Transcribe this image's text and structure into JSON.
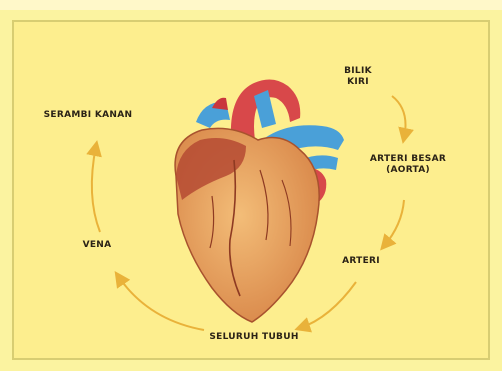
{
  "labels": {
    "left_ventricle": [
      "BILIK",
      "KIRI"
    ],
    "aorta": [
      "ARTERI BESAR",
      "(AORTA)"
    ],
    "artery": "ARTERI",
    "whole_body": "SELURUH TUBUH",
    "vein": "VENA",
    "right_atrium": "SERAMBI KANAN"
  },
  "colors": {
    "background": "#fdee8e",
    "arrow": "#e9b23a",
    "text": "#2a2216",
    "heart_body": "#e9a45a",
    "heart_dark": "#b54a32",
    "vessel_red": "#d8484a",
    "vessel_blue": "#4aa0d8"
  }
}
